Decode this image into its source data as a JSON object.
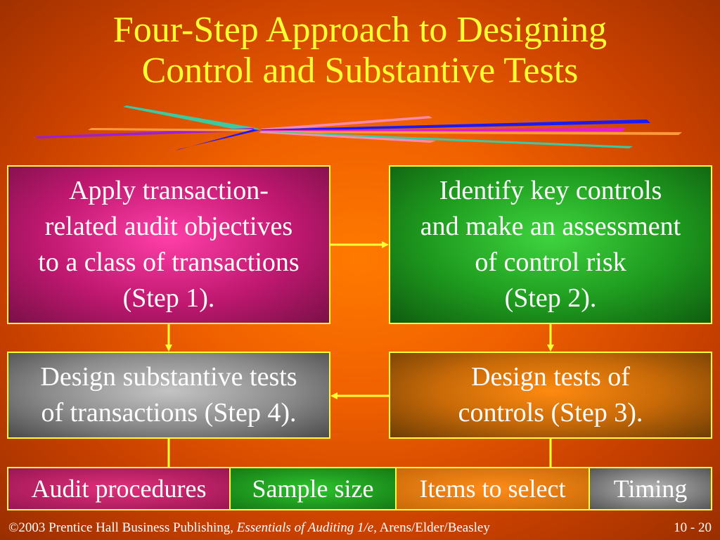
{
  "title": {
    "line1": "Four-Step Approach to Designing",
    "line2": "Control and Substantive Tests"
  },
  "steps": {
    "step1": [
      "Apply transaction-",
      "related audit objectives",
      "to a class of transactions",
      "(Step 1)."
    ],
    "step2": [
      "Identify key controls",
      "and make an assessment",
      "of control risk",
      "(Step 2)."
    ],
    "step3": [
      "Design tests of",
      "controls (Step 3)."
    ],
    "step4": [
      "Design substantive tests",
      "of transactions (Step 4)."
    ]
  },
  "outputs": [
    "Audit procedures",
    "Sample size",
    "Items to select",
    "Timing"
  ],
  "footer": {
    "copyright": "©2003 Prentice Hall Business Publishing, ",
    "book": "Essentials of Auditing 1/e,",
    "authors": " Arens/Elder/Beasley",
    "page": "10 - 20"
  },
  "colors": {
    "title": "#ffff33",
    "connector": "#ffff33",
    "step1": "#c01870",
    "step2": "#1e9a1e",
    "step3": "#c86a08",
    "step4": "#8a8a8a"
  }
}
